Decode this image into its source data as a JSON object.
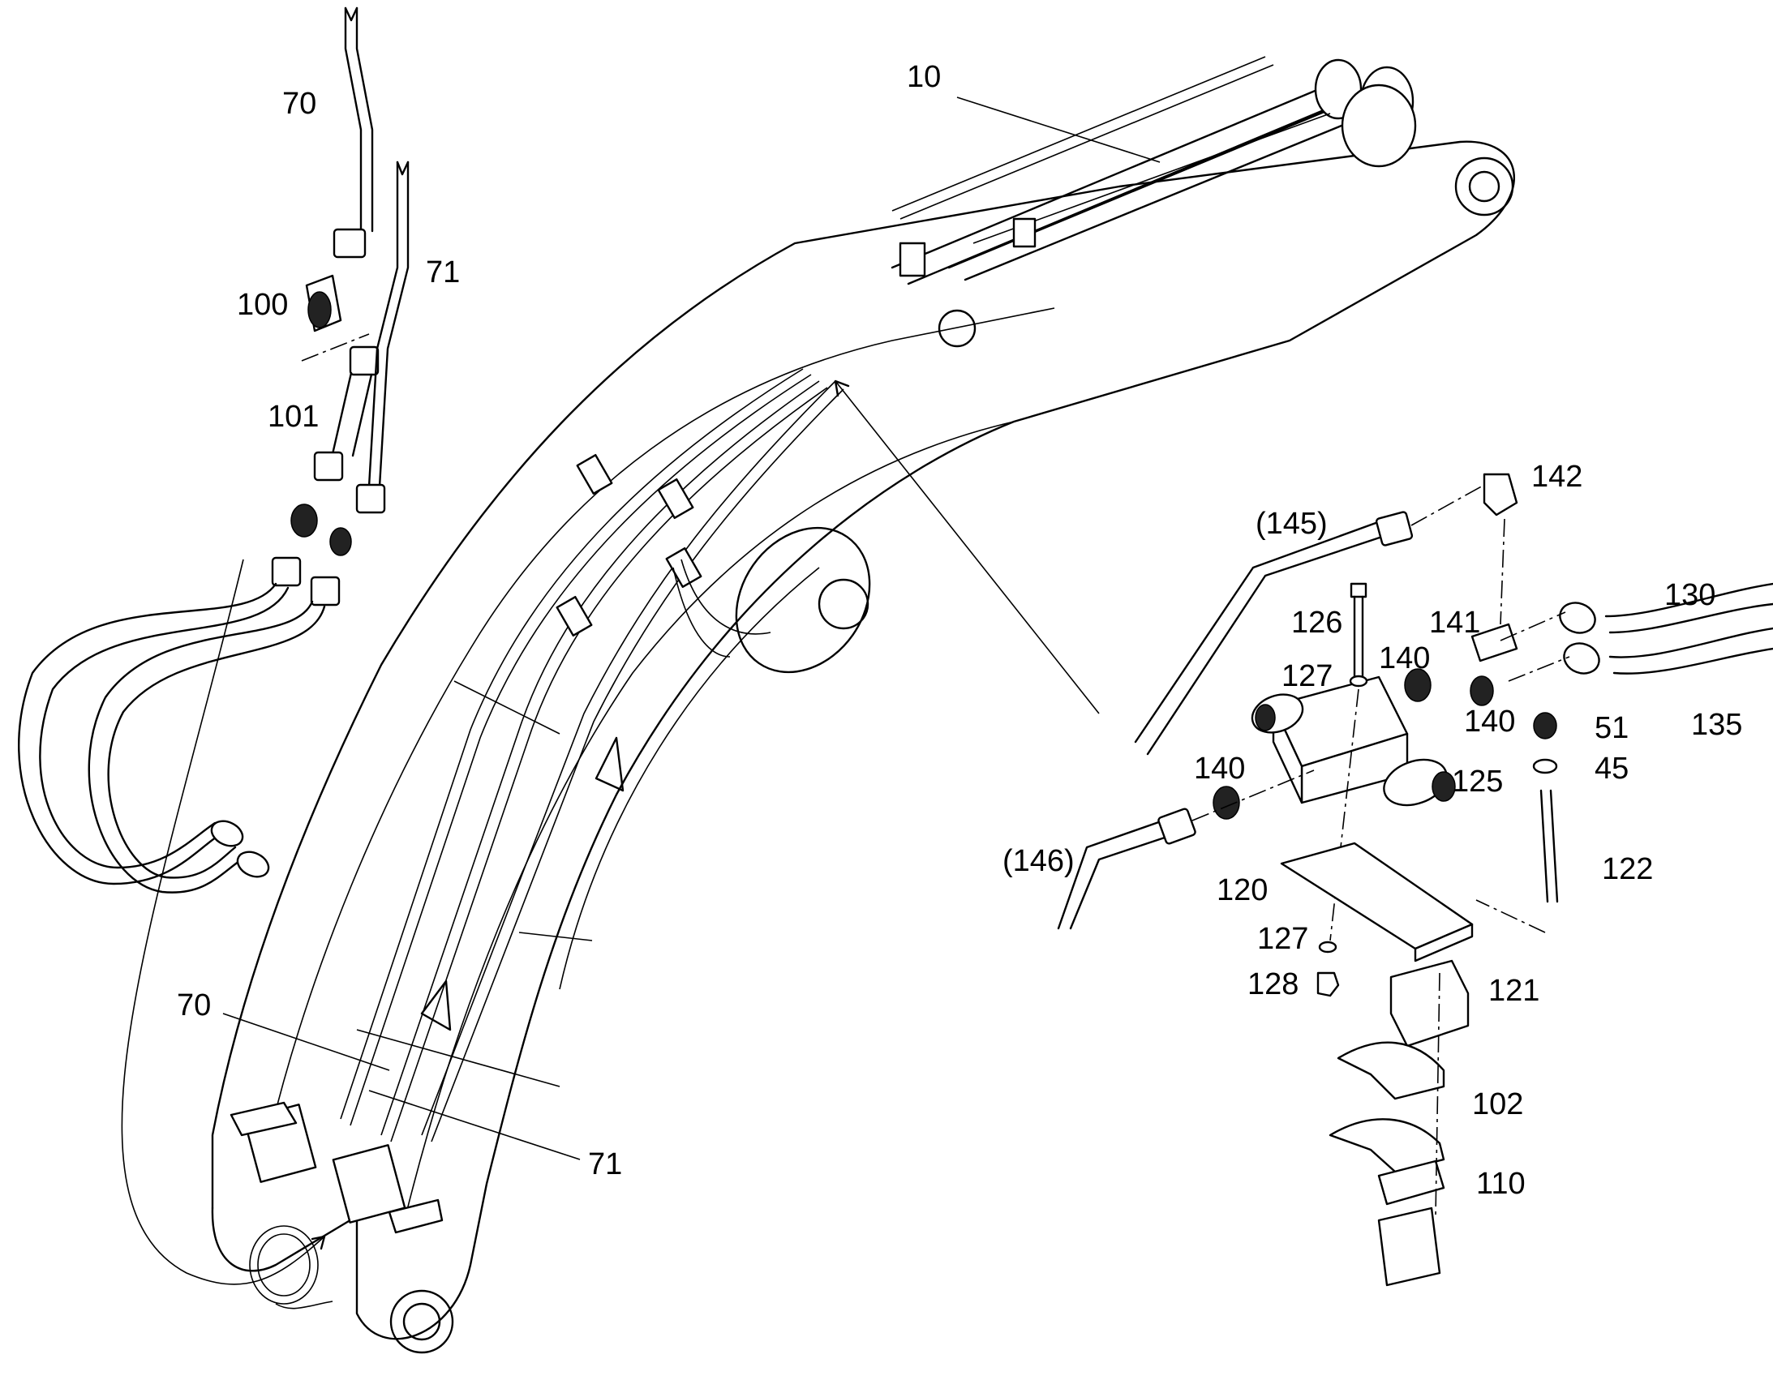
{
  "labels": [
    "10",
    "70",
    "71",
    "100",
    "101",
    "70",
    "71",
    "(145)",
    "142",
    "130",
    "126",
    "141",
    "127",
    "140",
    "140",
    "51",
    "135",
    "45",
    "140",
    "125",
    "(146)",
    "120",
    "122",
    "127",
    "128",
    "121",
    "102",
    "110"
  ],
  "colors": {
    "line": "#000000",
    "background": "#ffffff",
    "fill_dark": "#222222"
  }
}
